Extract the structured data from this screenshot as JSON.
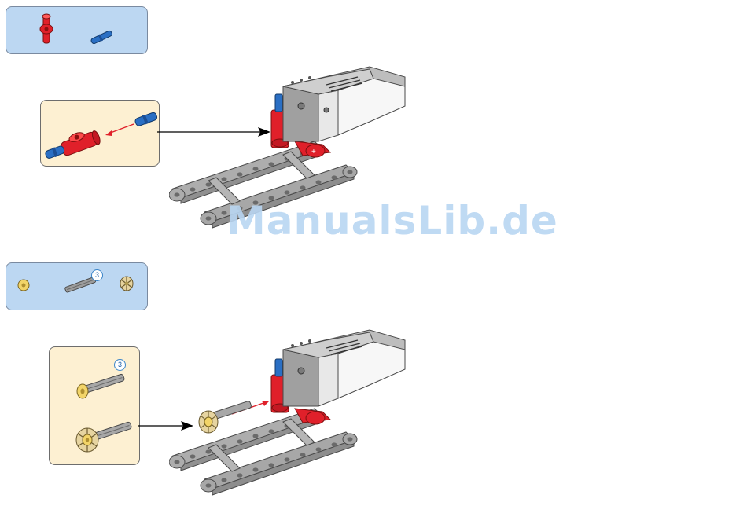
{
  "step1": {
    "parts": [
      {
        "name": "red-axle-pin-connector",
        "color": "#e0202a"
      },
      {
        "name": "blue-axle-pin",
        "color": "#2a6fc4"
      }
    ]
  },
  "step2": {
    "parts": [
      {
        "name": "yellow-bush",
        "color": "#f2d468"
      },
      {
        "name": "grey-axle-3",
        "color": "#9c9c9c",
        "quantity": "3"
      },
      {
        "name": "tan-bevel-gear",
        "color": "#e6d4a0"
      }
    ],
    "subassembly_quantity": "3"
  },
  "watermark": "ManualsLib.de",
  "colors": {
    "parts_box": "#bcd7f2",
    "subassembly_box": "#fdf0d2",
    "frame_grey": "#a7a7a7",
    "motor_grey": "#a0a0a0",
    "red": "#e0202a",
    "blue": "#2a6fc4"
  }
}
